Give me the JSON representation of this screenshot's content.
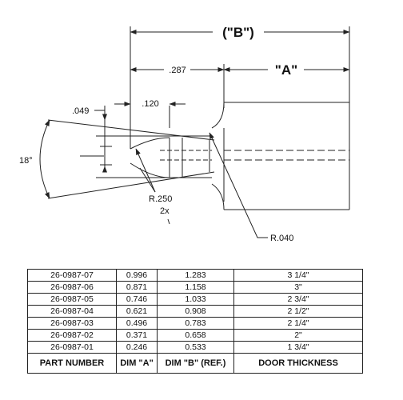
{
  "drawing": {
    "dim_b": "(\"B\")",
    "dim_a": "\"A\"",
    "dim_287": ".287",
    "dim_049": ".049",
    "dim_120": ".120",
    "angle": "18°",
    "radius_250": "R.250",
    "count_2x": "2x",
    "radius_040": "R.040"
  },
  "table": {
    "headers": [
      "PART NUMBER",
      "DIM \"A\"",
      "DIM \"B\" (REF.)",
      "DOOR THICKNESS"
    ],
    "rows": [
      [
        "26-0987-07",
        "0.996",
        "1.283",
        "3 1/4\""
      ],
      [
        "26-0987-06",
        "0.871",
        "1.158",
        "3\""
      ],
      [
        "26-0987-05",
        "0.746",
        "1.033",
        "2 3/4\""
      ],
      [
        "26-0987-04",
        "0.621",
        "0.908",
        "2 1/2\""
      ],
      [
        "26-0987-03",
        "0.496",
        "0.783",
        "2 1/4\""
      ],
      [
        "26-0987-02",
        "0.371",
        "0.658",
        "2\""
      ],
      [
        "26-0987-01",
        "0.246",
        "0.533",
        "1 3/4\""
      ]
    ]
  },
  "colors": {
    "line": "#222222",
    "text": "#111111",
    "background": "#ffffff"
  }
}
